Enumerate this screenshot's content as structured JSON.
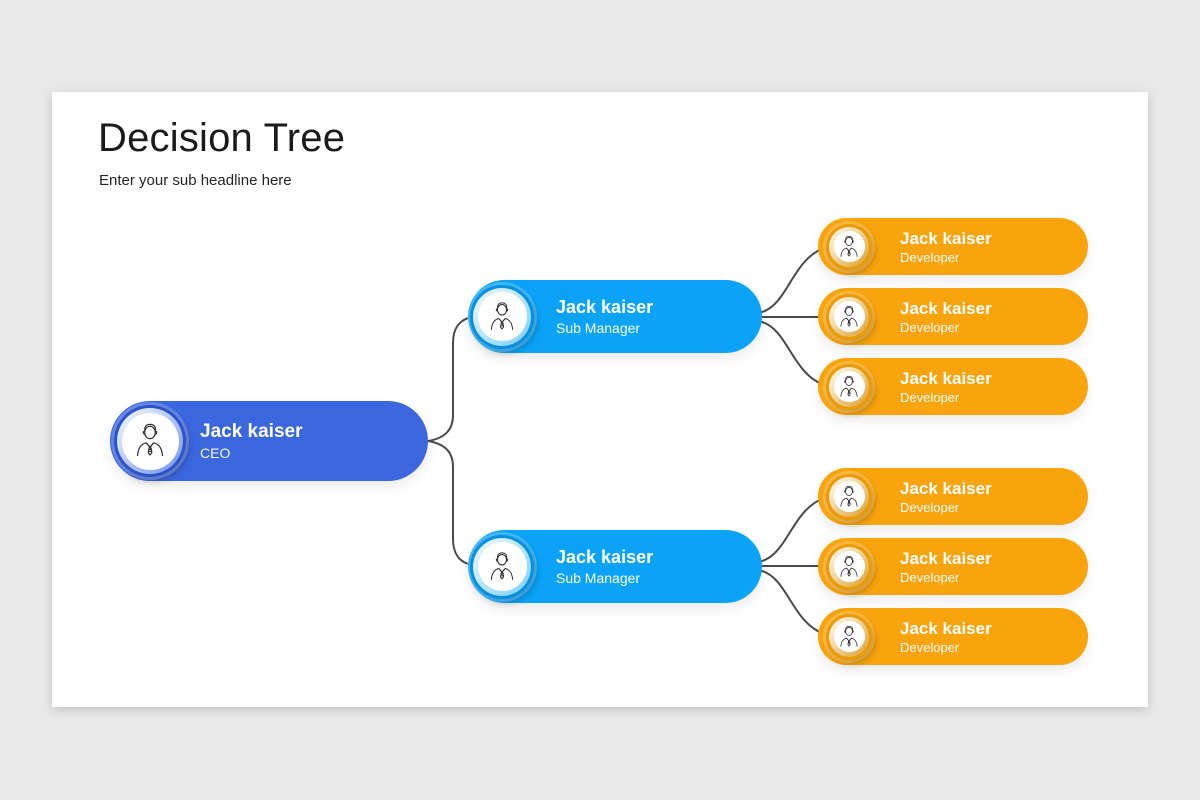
{
  "page": {
    "background_color": "#e9e9e9",
    "slide_background": "#ffffff"
  },
  "slide": {
    "title": "Decision Tree",
    "subtitle": "Enter your sub headline here"
  },
  "palette": {
    "ceo_node_color": "#3a66de",
    "manager_node_color": "#0aa3f8",
    "developer_node_color": "#f9a40d",
    "connector_line_color": "#4a4a4a",
    "node_text_color": "#ffffff",
    "title_text_color": "#1b1b1b"
  },
  "icons": {
    "node_avatar": "businessman-outline-icon"
  },
  "tree": {
    "root": {
      "name": "Jack kaiser",
      "role": "CEO"
    },
    "managers": [
      {
        "name": "Jack kaiser",
        "role": "Sub Manager",
        "developers": [
          {
            "name": "Jack kaiser",
            "role": "Developer"
          },
          {
            "name": "Jack kaiser",
            "role": "Developer"
          },
          {
            "name": "Jack kaiser",
            "role": "Developer"
          }
        ]
      },
      {
        "name": "Jack kaiser",
        "role": "Sub Manager",
        "developers": [
          {
            "name": "Jack kaiser",
            "role": "Developer"
          },
          {
            "name": "Jack kaiser",
            "role": "Developer"
          },
          {
            "name": "Jack kaiser",
            "role": "Developer"
          }
        ]
      }
    ]
  }
}
